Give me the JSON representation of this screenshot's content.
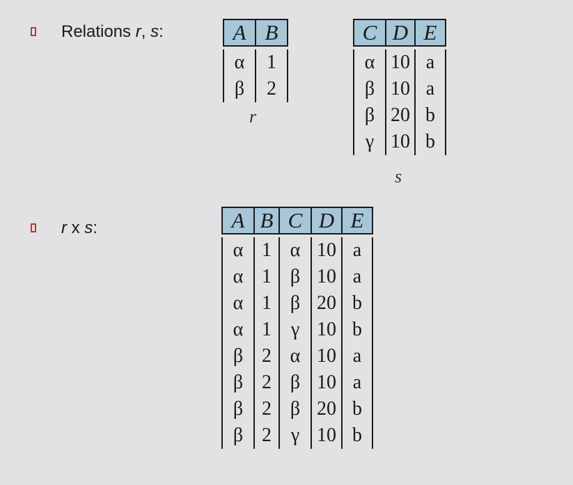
{
  "relations_label": "Relations r, s:",
  "relations_label_parts": {
    "prefix": "Relations ",
    "r": "r",
    "sep": ", ",
    "s": "s",
    "suffix": ":"
  },
  "product_label_parts": {
    "r": "r",
    "op": " x ",
    "s": "s",
    "suffix": ":"
  },
  "r": {
    "caption": "r",
    "columns": [
      "A",
      "B"
    ],
    "rows": [
      [
        "α",
        "1"
      ],
      [
        "β",
        "2"
      ]
    ]
  },
  "s": {
    "caption": "s",
    "columns": [
      "C",
      "D",
      "E"
    ],
    "rows": [
      [
        "α",
        "10",
        "a"
      ],
      [
        "β",
        "10",
        "a"
      ],
      [
        "β",
        "20",
        "b"
      ],
      [
        "γ",
        "10",
        "b"
      ]
    ]
  },
  "rxs": {
    "columns": [
      "A",
      "B",
      "C",
      "D",
      "E"
    ],
    "rows": [
      [
        "α",
        "1",
        "α",
        "10",
        "a"
      ],
      [
        "α",
        "1",
        "β",
        "10",
        "a"
      ],
      [
        "α",
        "1",
        "β",
        "20",
        "b"
      ],
      [
        "α",
        "1",
        "γ",
        "10",
        "b"
      ],
      [
        "β",
        "2",
        "α",
        "10",
        "a"
      ],
      [
        "β",
        "2",
        "β",
        "10",
        "a"
      ],
      [
        "β",
        "2",
        "β",
        "20",
        "b"
      ],
      [
        "β",
        "2",
        "γ",
        "10",
        "b"
      ]
    ]
  }
}
